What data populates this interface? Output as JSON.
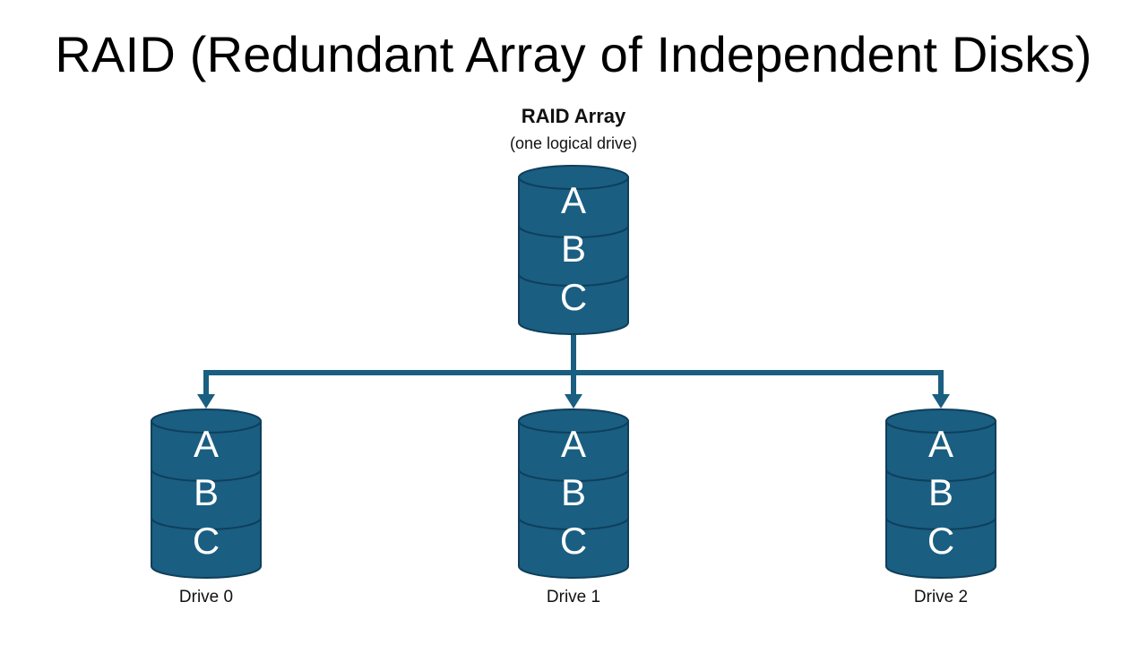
{
  "title": "RAID (Redundant Array of Independent Disks)",
  "array": {
    "label": "RAID Array",
    "sublabel": "(one logical drive)",
    "segments": [
      "A",
      "B",
      "C"
    ]
  },
  "drives": [
    {
      "label": "Drive 0",
      "segments": [
        "A",
        "B",
        "C"
      ]
    },
    {
      "label": "Drive 1",
      "segments": [
        "A",
        "B",
        "C"
      ]
    },
    {
      "label": "Drive 2",
      "segments": [
        "A",
        "B",
        "C"
      ]
    }
  ],
  "colors": {
    "disk_fill": "#1a5e82",
    "disk_stroke": "#0f3f5a",
    "connector": "#1a5e82",
    "text_on_disk": "#ffffff"
  }
}
